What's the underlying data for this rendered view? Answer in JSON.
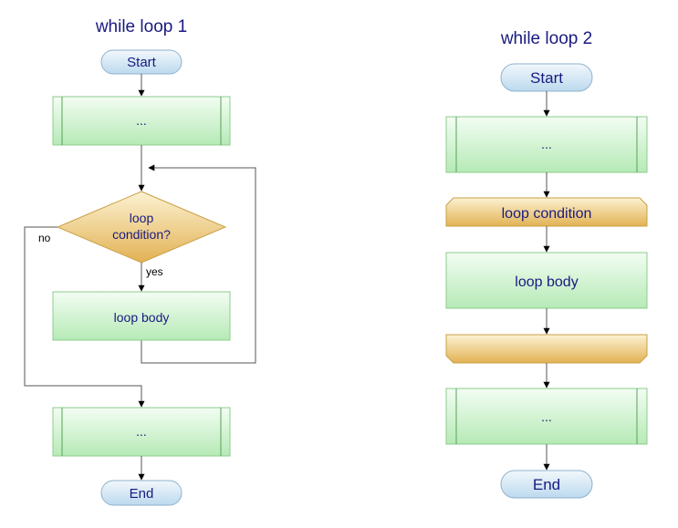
{
  "diagram1": {
    "title": "while loop 1",
    "start": "Start",
    "process_before": "...",
    "condition_line1": "loop",
    "condition_line2": "condition?",
    "yes_label": "yes",
    "no_label": "no",
    "body": "loop body",
    "process_after": "...",
    "end": "End"
  },
  "diagram2": {
    "title": "while loop 2",
    "start": "Start",
    "process_before": "...",
    "loop_start": "loop condition",
    "body": "loop body",
    "loop_end": "",
    "process_after": "...",
    "end": "End"
  },
  "colors": {
    "terminal_fill_top": "#f2f8fc",
    "terminal_fill_bottom": "#bcd9ee",
    "terminal_stroke": "#8fb2cc",
    "process_fill_top": "#eefcee",
    "process_fill_bottom": "#b6eab6",
    "process_stroke": "#8ccc8c",
    "decision_fill_top": "#fbefc6",
    "decision_fill_bottom": "#e4b55a",
    "decision_stroke": "#c9a046",
    "text": "#1a1a80",
    "line": "#555555"
  }
}
